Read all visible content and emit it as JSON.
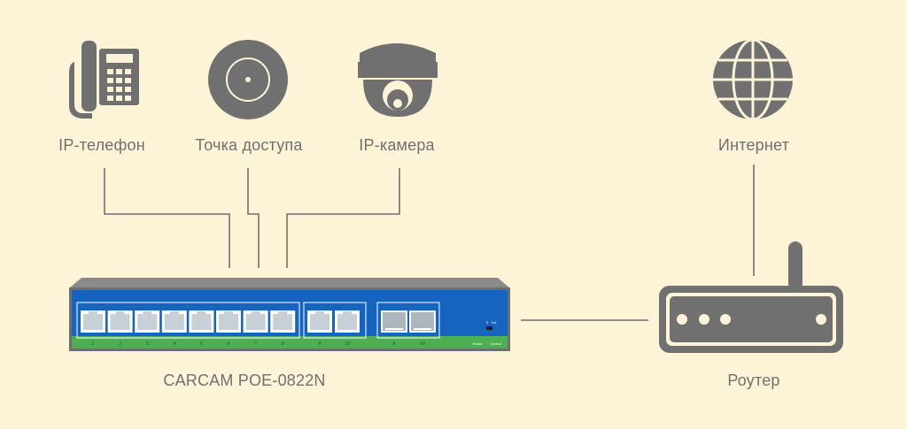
{
  "labels": {
    "ip_phone": "IP-телефон",
    "access_point": "Точка доступа",
    "ip_camera": "IP-камера",
    "internet": "Интернет",
    "switch": "CARCAM POE-0822N",
    "router": "Роутер"
  },
  "switch_panel": {
    "port_numbers": [
      "1",
      "2",
      "3",
      "4",
      "5",
      "6",
      "7",
      "8",
      "9",
      "10"
    ],
    "sfp_numbers": [
      "9",
      "10"
    ],
    "status_labels": [
      "Power",
      "Control"
    ],
    "indicator_labels": [
      "S",
      "Ext"
    ]
  },
  "colors": {
    "background": "#fdf3d6",
    "icon": "#707070",
    "line": "#707070",
    "switch_blue": "#1565c0",
    "switch_green": "#4caf50"
  }
}
